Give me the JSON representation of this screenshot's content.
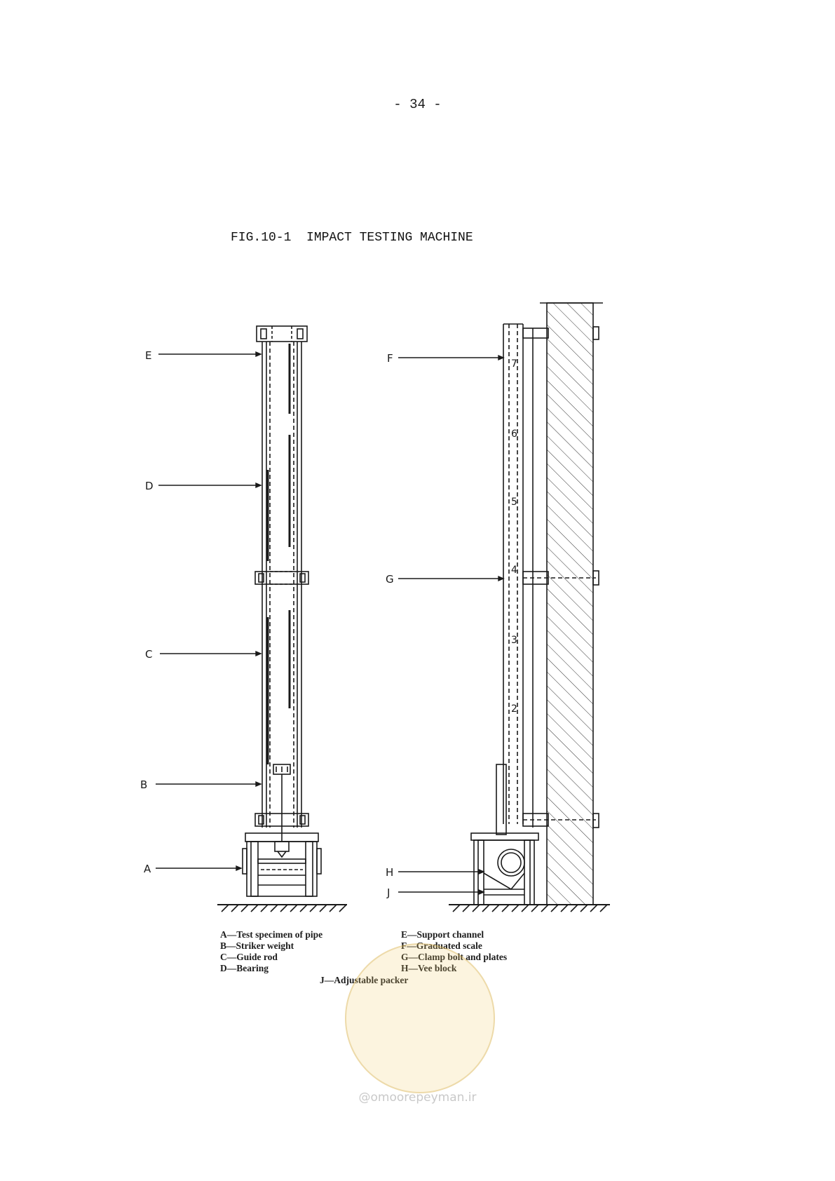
{
  "page": {
    "number_text": "-  34  -"
  },
  "figure": {
    "title": "FIG.10-1  IMPACT TESTING MACHINE",
    "callouts": {
      "E": "E",
      "D": "D",
      "C": "C",
      "B": "B",
      "A": "A",
      "F": "F",
      "G": "G",
      "H": "H",
      "J": "J"
    },
    "scale_marks": [
      "7",
      "6",
      "5",
      "4",
      "3",
      "2"
    ],
    "legend": [
      "A—Test specimen of pipe",
      "B—Striker weight",
      "C—Guide rod",
      "D—Bearing",
      "E—Support channel",
      "F—Graduated scale",
      "G—Clamp bolt and plates",
      "H—Vee block",
      "J—Adjustable packer"
    ]
  },
  "watermark": {
    "text": "@omoorepeyman.ir"
  },
  "colors": {
    "ink": "#1a1a1a",
    "watermark": "#e8c36a"
  }
}
